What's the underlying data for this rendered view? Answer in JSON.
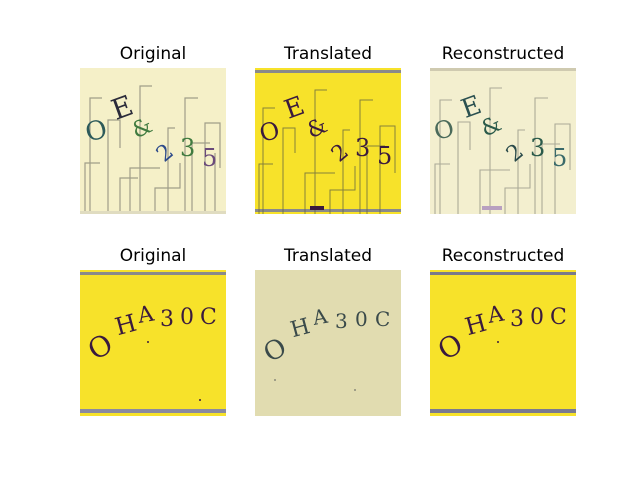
{
  "rows": [
    {
      "panels": [
        {
          "title": "Original",
          "captcha": "OE&235"
        },
        {
          "title": "Translated",
          "captcha": "OE&235"
        },
        {
          "title": "Reconstructed",
          "captcha": "OE&235"
        }
      ]
    },
    {
      "panels": [
        {
          "title": "Original",
          "captcha": "OHA30C"
        },
        {
          "title": "Translated",
          "captcha": "OHA30C"
        },
        {
          "title": "Reconstructed",
          "captcha": "OHA30C"
        }
      ]
    }
  ],
  "colors": {
    "cream_background": "#f5f0c8",
    "yellow_background": "#f7e22a",
    "pale_olive_background": "#e8e2b8",
    "dark_ink": "#3a1a3e",
    "gray_ink": "#555555"
  }
}
